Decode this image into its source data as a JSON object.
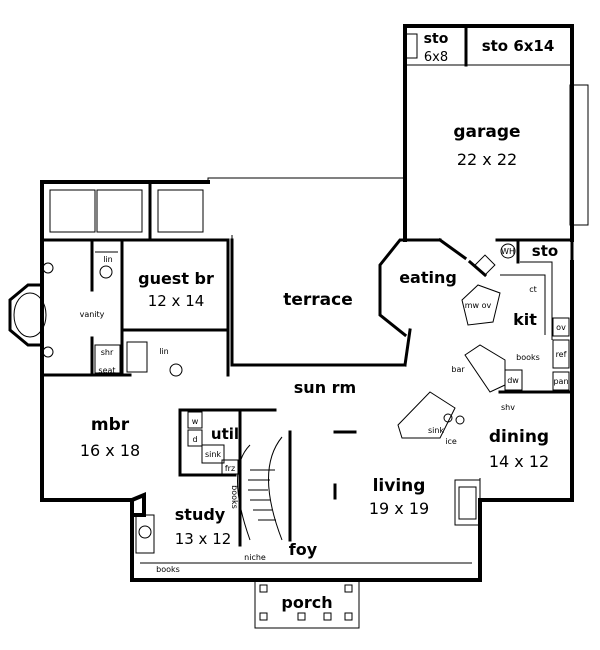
{
  "rooms": {
    "sto_small": {
      "name": "sto",
      "size": "6x8"
    },
    "sto_wide": {
      "name": "sto 6x14"
    },
    "garage": {
      "name": "garage",
      "size": "22 x 22"
    },
    "sto_gar": {
      "name": "sto"
    },
    "eating": {
      "name": "eating"
    },
    "kit": {
      "name": "kit"
    },
    "guest_br": {
      "name": "guest br",
      "size": "12 x 14"
    },
    "terrace": {
      "name": "terrace"
    },
    "sun_rm": {
      "name": "sun rm"
    },
    "mbr": {
      "name": "mbr",
      "size": "16 x 18"
    },
    "util": {
      "name": "util"
    },
    "dining": {
      "name": "dining",
      "size": "14 x 12"
    },
    "living": {
      "name": "living",
      "size": "19 x 19"
    },
    "study": {
      "name": "study",
      "size": "13 x 12"
    },
    "foy": {
      "name": "foy"
    },
    "porch": {
      "name": "porch"
    }
  },
  "fixtures": {
    "lin1": "lin",
    "lin2": "lin",
    "vanity": "vanity",
    "shr": "shr",
    "seat": "seat",
    "wh": "WH",
    "ct": "ct",
    "mw_ov": "mw ov",
    "ov": "ov",
    "ref": "ref",
    "books_kit": "books",
    "bar": "bar",
    "dw": "dw",
    "pan": "pan",
    "shv": "shv",
    "sink_kit": "sink",
    "ice": "ice",
    "w": "w",
    "d": "d",
    "sink_util": "sink",
    "frz": "frz",
    "books_study": "books",
    "books_bottom": "books",
    "niche": "niche"
  }
}
